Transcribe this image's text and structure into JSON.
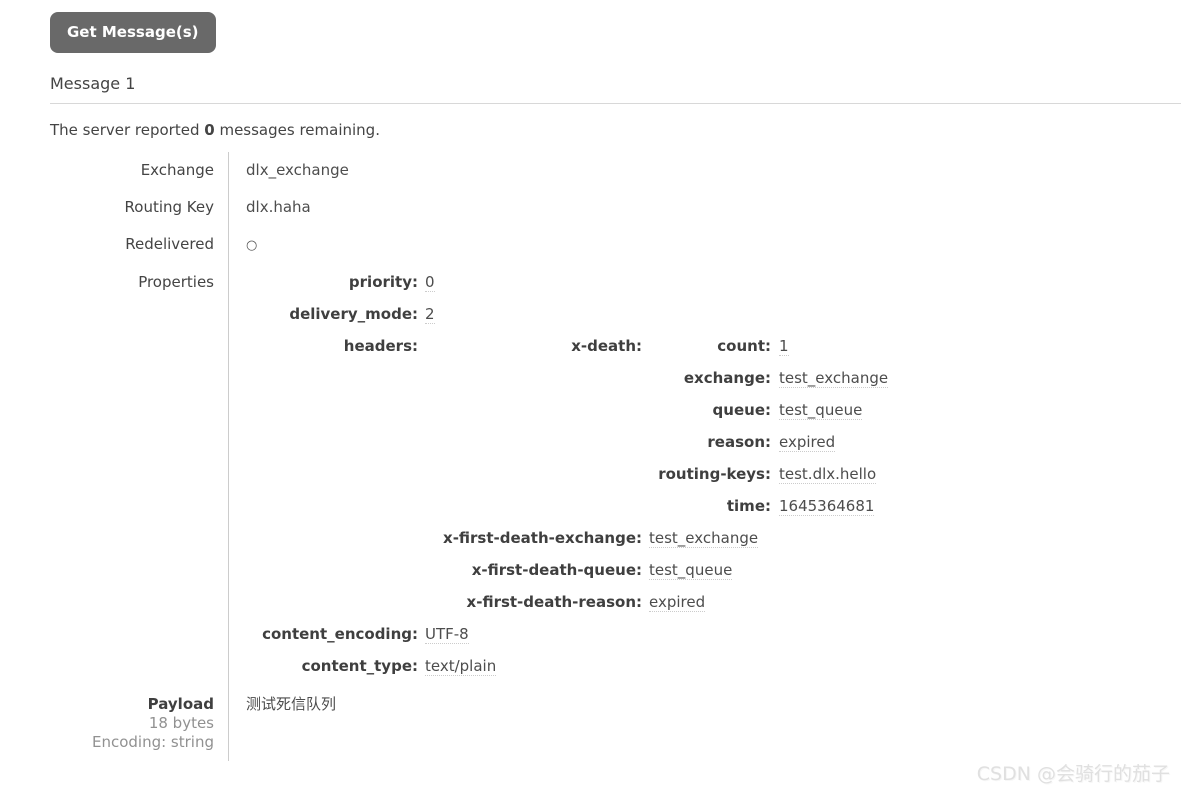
{
  "page": {
    "get_button_label": "Get Message(s)",
    "message_heading": "Message 1",
    "server_report": {
      "prefix": "The server reported ",
      "count": "0",
      "suffix": " messages remaining."
    }
  },
  "message": {
    "exchange_label": "Exchange",
    "exchange_value": "dlx_exchange",
    "routing_key_label": "Routing Key",
    "routing_key_value": "dlx.haha",
    "redelivered_label": "Redelivered",
    "redelivered_value": "○",
    "properties_label": "Properties",
    "properties": {
      "priority": {
        "key": "priority:",
        "value": "0"
      },
      "delivery_mode": {
        "key": "delivery_mode:",
        "value": "2"
      },
      "headers": {
        "key": "headers:",
        "x_death": {
          "key": "x-death:",
          "entries": [
            {
              "key": "count:",
              "value": "1"
            },
            {
              "key": "exchange:",
              "value": "test_exchange"
            },
            {
              "key": "queue:",
              "value": "test_queue"
            },
            {
              "key": "reason:",
              "value": "expired"
            },
            {
              "key": "routing-keys:",
              "value": "test.dlx.hello"
            },
            {
              "key": "time:",
              "value": "1645364681"
            }
          ]
        },
        "x_first_entries": [
          {
            "key": "x-first-death-exchange:",
            "value": "test_exchange"
          },
          {
            "key": "x-first-death-queue:",
            "value": "test_queue"
          },
          {
            "key": "x-first-death-reason:",
            "value": "expired"
          }
        ]
      },
      "content_encoding": {
        "key": "content_encoding:",
        "value": "UTF-8"
      },
      "content_type": {
        "key": "content_type:",
        "value": "text/plain"
      }
    },
    "payload_label": "Payload",
    "payload_size": "18 bytes",
    "payload_encoding": "Encoding: string",
    "payload_value": "测试死信队列"
  },
  "watermark": "CSDN @会骑行的茄子"
}
